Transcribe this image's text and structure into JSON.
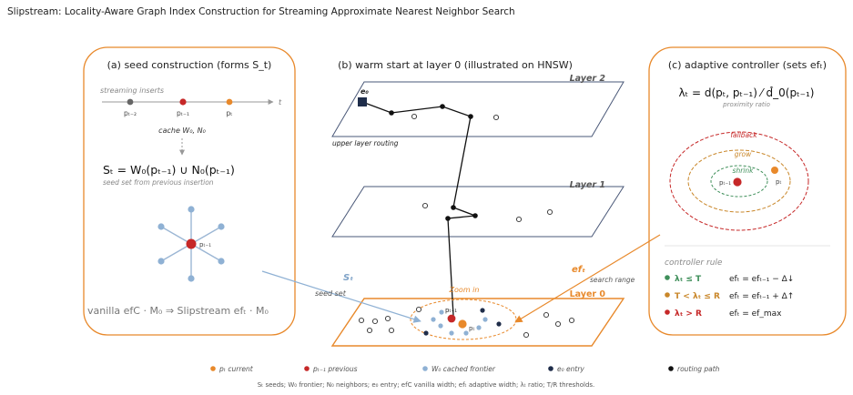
{
  "title": "Slipstream: Locality-Aware Graph Index Construction for Streaming Approximate Nearest Neighbor Search",
  "colors": {
    "orange": "#e8892b",
    "red": "#c62828",
    "blue": "#8fb1d4",
    "navy": "#1f2d4a",
    "green": "#3f8f5a",
    "gold": "#c9872a",
    "plane": "#4a5878",
    "grey": "#8a8a8a"
  },
  "panel_a": {
    "title": "(a) seed construction (forms S_t)",
    "streaming_label": "streaming inserts",
    "axis_label": "t",
    "p_t2": "pₜ₋₂",
    "p_t1": "pₜ₋₁",
    "p_t": "pₜ",
    "cache_label": "cache W₀, N₀",
    "formula": "Sₜ = W₀(pₜ₋₁) ∪ N₀(pₜ₋₁)",
    "formula_sub": "seed set from previous insertion",
    "star_center": "pₜ₋₁",
    "bottom_formula": "vanilla efC · M₀  ⇒  Slipstream efₜ · M₀"
  },
  "panel_b": {
    "title": "(b) warm start at layer 0 (illustrated on HNSW)",
    "layer2": "Layer 2",
    "layer1": "Layer 1",
    "layer0": "Layer 0",
    "entry": "e₀",
    "upper_routing": "upper layer routing",
    "st_label": "Sₜ",
    "seed_set": "seed set",
    "eft_label": "efₜ",
    "search_range": "search range",
    "zoom": "Zoom in",
    "p_t1": "pₜ₋₁",
    "p_t": "pₜ"
  },
  "panel_c": {
    "title": "(c) adaptive controller (sets efₜ)",
    "formula": "λₜ = d(pₜ, pₜ₋₁) ⁄ d̂_0(pₜ₋₁)",
    "ratio_label": "proximity ratio",
    "fallback": "fallback",
    "grow": "grow",
    "shrink": "shrink",
    "p_t1": "pₜ₋₁",
    "p_t": "pₜ",
    "rule_title": "controller rule",
    "rules": [
      {
        "cond": "λₜ ≤ T",
        "action": "efₜ = efₜ₋₁ − Δ↓"
      },
      {
        "cond": "T < λₜ ≤ R",
        "action": "efₜ = efₜ₋₁ + Δ↑"
      },
      {
        "cond": "λₜ > R",
        "action": "efₜ = ef_max"
      }
    ]
  },
  "legend": [
    {
      "label": "pₜ current"
    },
    {
      "label": "pₜ₋₁ previous"
    },
    {
      "label": "W₀ cached frontier"
    },
    {
      "label": "e₀ entry"
    },
    {
      "label": "routing path"
    }
  ],
  "footnote": "Sₜ seeds; W₀ frontier; N₀ neighbors; e₀ entry; efC vanilla width; efₜ adaptive width; λₜ ratio; T/R thresholds."
}
